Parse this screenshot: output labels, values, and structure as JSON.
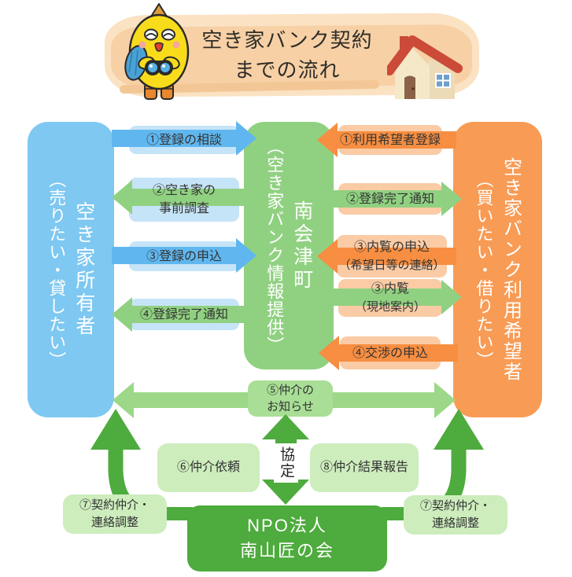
{
  "header": {
    "title_line1": "空き家バンク契約",
    "title_line2": "までの流れ",
    "mascot_icon": "yellow-bird-mascot-with-binoculars",
    "house_icon": "red-roof-house"
  },
  "actors": {
    "owner": {
      "name": "空き家所有者",
      "qualifier": "（売りたい・貸したい）"
    },
    "town": {
      "name": "南会津町",
      "qualifier": "（空き家バンク情報提供）"
    },
    "seeker": {
      "name": "空き家バンク利用希望者",
      "qualifier": "（買いたい・借りたい）"
    }
  },
  "owner_flows": [
    {
      "line1": "①登録の相談",
      "direction": "owner-to-town",
      "arrow_color": "blue"
    },
    {
      "line1": "②空き家の",
      "line2": "事前調査",
      "direction": "town-to-owner",
      "arrow_color": "green"
    },
    {
      "line1": "③登録の申込",
      "direction": "owner-to-town",
      "arrow_color": "blue"
    },
    {
      "line1": "④登録完了通知",
      "direction": "town-to-owner",
      "arrow_color": "green"
    }
  ],
  "seeker_flows": [
    {
      "line1": "①利用希望者登録",
      "direction": "seeker-to-town",
      "arrow_color": "orange"
    },
    {
      "line1": "②登録完了通知",
      "direction": "town-to-seeker",
      "arrow_color": "green"
    },
    {
      "line1": "③内覧の申込",
      "line2": "（希望日等の連絡）",
      "direction": "seeker-to-town",
      "arrow_color": "orange"
    },
    {
      "line1": "③内覧",
      "line2": "（現地案内）",
      "direction": "town-to-seeker",
      "arrow_color": "green"
    },
    {
      "line1": "④交渉の申込",
      "direction": "seeker-to-town",
      "arrow_color": "orange"
    }
  ],
  "mediation_notice": {
    "line1": "⑤仲介の",
    "line2": "お知らせ"
  },
  "agreement": {
    "label": "協定"
  },
  "mediation_request": {
    "label": "⑥仲介依頼"
  },
  "mediation_report": {
    "label": "⑧仲介結果報告"
  },
  "contract_support_left": {
    "line1": "⑦契約仲介・",
    "line2": "連絡調整"
  },
  "contract_support_right": {
    "line1": "⑦契約仲介・",
    "line2": "連絡調整"
  },
  "npo": {
    "line1": "NPO法人",
    "line2": "南山匠の会"
  },
  "colors": {
    "owner_box": "#7EC8F1",
    "town_box": "#90D181",
    "seeker_box": "#F89B55",
    "owner_arrow": "#60B7EF",
    "town_arrow": "#90D181",
    "seeker_arrow": "#F78E41",
    "owner_label_bg": "#C6E4F8",
    "seeker_label_bg": "#FACBA5",
    "mediation_arrow": "#9CD888",
    "mediation_label_bg": "#A8DE95",
    "support_label_bg": "#CDEDBD",
    "npo_green": "#4EAB3D",
    "header_band": "#F7D0A5",
    "text": "#333333"
  }
}
